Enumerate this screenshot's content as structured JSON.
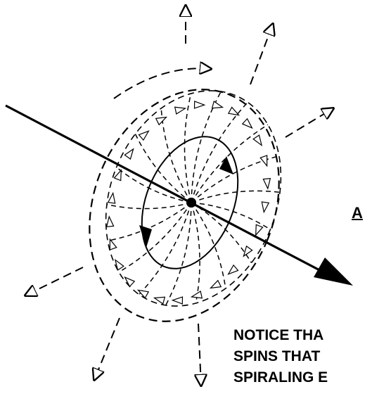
{
  "labels": {
    "axis_label": "A",
    "note_lines": [
      "NOTICE THA",
      "SPINS THAT",
      "SPIRALING E"
    ]
  },
  "colors": {
    "ink": "#000000",
    "background": "#ffffff"
  }
}
